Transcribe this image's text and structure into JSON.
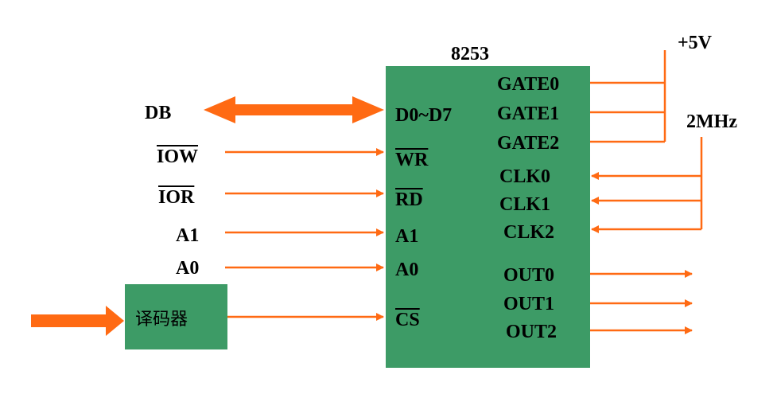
{
  "colors": {
    "wire": "#ff6a13",
    "block": "#3d9b66",
    "text": "#000000"
  },
  "chip": {
    "title": "8253",
    "left_pins": {
      "data_bus": "D0~D7",
      "write": "WR",
      "read": "RD",
      "addr1": "A1",
      "addr0": "A0",
      "chip_select": "CS"
    },
    "right_pins": {
      "gate0": "GATE0",
      "gate1": "GATE1",
      "gate2": "GATE2",
      "clk0": "CLK0",
      "clk1": "CLK1",
      "clk2": "CLK2",
      "out0": "OUT0",
      "out1": "OUT1",
      "out2": "OUT2"
    }
  },
  "signals": {
    "db": "DB",
    "iow": "IOW",
    "ior": "IOR",
    "a1": "A1",
    "a0": "A0"
  },
  "decoder": {
    "label": "译码器"
  },
  "supplies": {
    "vcc": "+5V",
    "clock": "2MHz"
  }
}
